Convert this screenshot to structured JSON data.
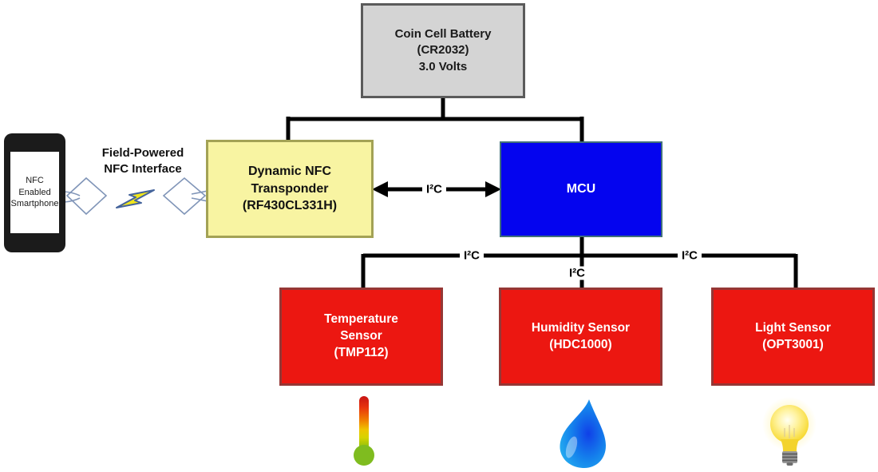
{
  "blocks": {
    "battery": "Coin Cell Battery\n(CR2032)\n3.0 Volts",
    "transponder": "Dynamic NFC\nTransponder\n(RF430CL331H)",
    "mcu": "MCU",
    "temperature_sensor": "Temperature\nSensor\n(TMP112)",
    "humidity_sensor": "Humidity Sensor\n(HDC1000)",
    "light_sensor": "Light Sensor\n(OPT3001)",
    "smartphone": "NFC\nEnabled\nSmartphone",
    "nfc_link_label": "Field-Powered\nNFC Interface"
  },
  "bus_labels": {
    "transponder_mcu": "I²C",
    "temperature_branch": "I²C",
    "humidity_branch": "I²C",
    "light_branch": "I²C"
  },
  "icons": {
    "smartphone": "smartphone-icon",
    "left_antenna": "antenna-coil-icon",
    "right_antenna": "antenna-coil-icon",
    "lightning": "lightning-bolt-icon",
    "temperature": "thermometer-icon",
    "humidity": "water-drop-icon",
    "light": "light-bulb-icon"
  },
  "colors": {
    "battery_fill": "#d4d4d4",
    "battery_border": "#5b5b5b",
    "transponder_fill": "#f8f4a2",
    "transponder_border": "#a3a255",
    "mcu_fill": "#0404ef",
    "mcu_border": "#40707a",
    "sensor_fill": "#ec1711",
    "sensor_border": "#953735",
    "wire": "#000000",
    "antenna_stroke": "#8095b8",
    "bolt_fill": "#f0e51c",
    "bolt_stroke": "#44639b"
  }
}
